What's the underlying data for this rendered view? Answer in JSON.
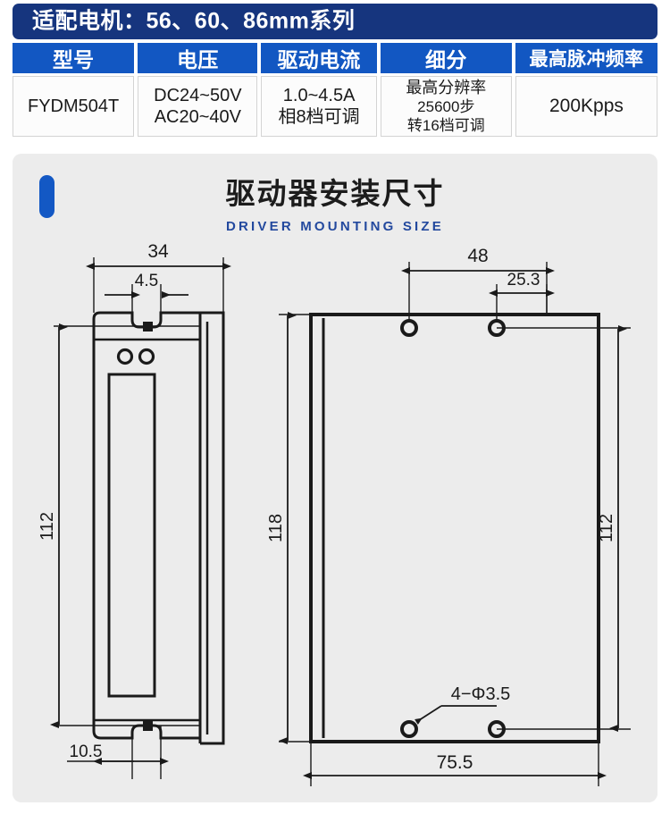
{
  "banner": {
    "text": "适配电机：56、60、86mm系列",
    "bg_color": "#16357e"
  },
  "spec_table": {
    "header_bg": "#1257c2",
    "columns": [
      {
        "header": "型号",
        "lines": [
          "FYDM504T"
        ]
      },
      {
        "header": "电压",
        "lines": [
          "DC24~50V",
          "AC20~40V"
        ]
      },
      {
        "header": "驱动电流",
        "lines": [
          "1.0~4.5A",
          "相8档可调"
        ]
      },
      {
        "header": "细分",
        "lines": [
          "最高分辨率",
          "25600步",
          "转16档可调"
        ]
      },
      {
        "header": "最高脉冲频率",
        "lines": [
          "200Kpps"
        ]
      }
    ]
  },
  "section": {
    "title": "驱动器安装尺寸",
    "subtitle": "DRIVER MOUNTING SIZE",
    "accent_color": "#1358c4",
    "subtitle_color": "#23499e",
    "panel_bg": "#ececec"
  },
  "drawing": {
    "side_view": {
      "dim_width_34": "34",
      "dim_notch_45": "4.5",
      "dim_height_112": "112",
      "dim_foot_105": "10.5"
    },
    "front_view": {
      "dim_hole_span_48": "48",
      "dim_hole_25_3": "25.3",
      "dim_height_118": "118",
      "dim_height_112": "112",
      "dim_width_75_5": "75.5",
      "hole_callout": "4−Φ3.5"
    }
  }
}
